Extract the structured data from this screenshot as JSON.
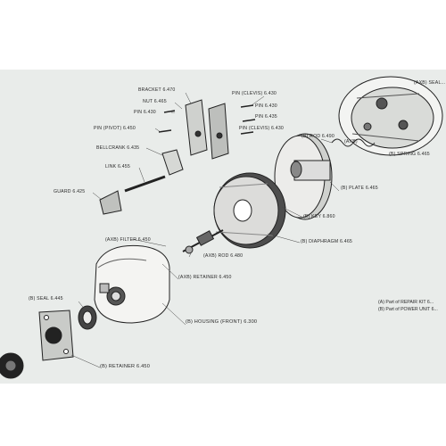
{
  "labels": {
    "bracket": "BRACKET 6.470",
    "nut": "NUT 6.465",
    "pin": "PIN 6.430",
    "pin_pivot": "PIN (PIVOT) 6.450",
    "bellcrank": "BELLCRANK 6.435",
    "link": "LINK 6.455",
    "guard": "GUARD 6.425",
    "pin_clevis_1": "PIN (CLEVIS) 6.430",
    "pin_3": "PIN 6.430",
    "pin_4": "PIN 6.435",
    "pin_clevis_2": "PIN (CLEVIS) 6.430",
    "b_rod": "(B) ROD 6.490",
    "axb_top_right": "(AXB) SEAL...",
    "axb_mid": "(AXB)",
    "b_spring": "(B) SPRING 6.465",
    "b_plate": "(B) PLATE 6.465",
    "b_key": "(B) KEY 6.860",
    "b_diaphragm": "(B) DIAPHRAGM 6.465",
    "axb_filter": "(AXB) FILTER 6.450",
    "axb_rod": "(AXB) ROD 6.480",
    "axb_retainer": "(AXB) RETAINER 6.450",
    "b_seal": "(B) SEAL 6.445",
    "b_housing_front": "(B) HOUSING (FRONT) 6.300",
    "b_retainer": "(B) RETAINER 6.450"
  },
  "notes": {
    "a": "(A) Part of REPAIR KIT 6...",
    "b": "(B) Part of POWER UNIT 6..."
  }
}
